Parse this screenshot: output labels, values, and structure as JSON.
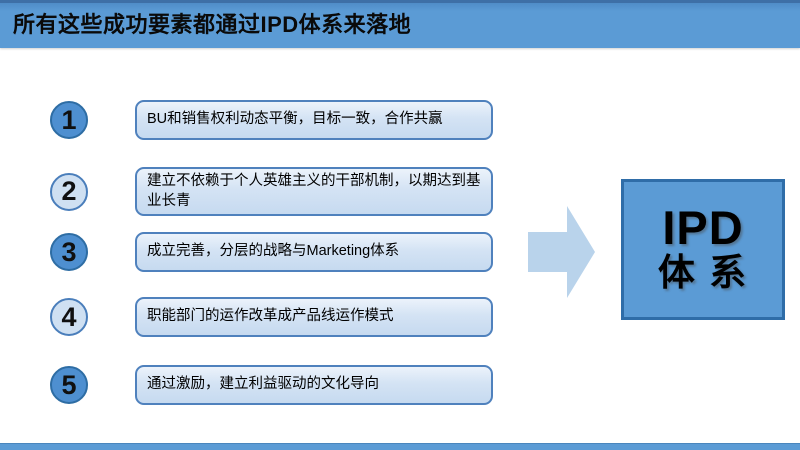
{
  "slide": {
    "title": "所有这些成功要素都通过IPD体系来落地",
    "items": [
      {
        "number": "1",
        "text": "BU和销售权利动态平衡，目标一致，合作共赢"
      },
      {
        "number": "2",
        "text": "建立不依赖于个人英雄主义的干部机制，以期达到基业长青"
      },
      {
        "number": "3",
        "text": "成立完善，分层的战略与Marketing体系"
      },
      {
        "number": "4",
        "text": "职能部门的运作改革成产品线运作模式"
      },
      {
        "number": "5",
        "text": "通过激励，建立利益驱动的文化导向"
      }
    ],
    "result_box": {
      "line1": "IPD",
      "line2": "体 系"
    },
    "icons": {
      "arrow": "right-block-arrow-icon"
    },
    "colors": {
      "header_blue": "#5b9bd5",
      "header_top_line": "#3e6fa6",
      "circle_fill_solid": "#4e8fd0",
      "circle_fill_light": "#cfe0f2",
      "circle_border": "#2e6da4",
      "box_fill_top": "#ecf3fb",
      "box_fill_bottom": "#c6daf0",
      "box_border": "#4f81bd",
      "arrow_fill": "#b9d3eb",
      "ipd_fill": "#5b9bd5",
      "ipd_border": "#2f6da8",
      "footer_blue": "#5b9bd5"
    }
  }
}
